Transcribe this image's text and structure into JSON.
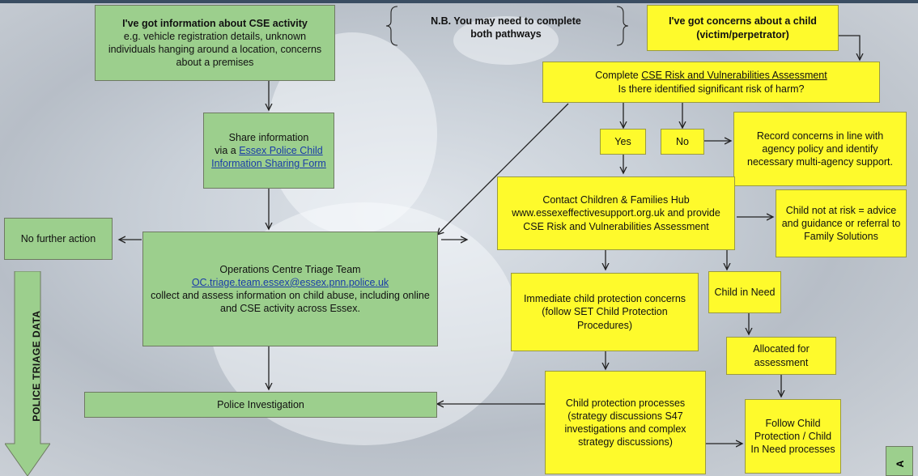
{
  "info_box": {
    "line1": "I've got information about CSE activity",
    "line2": "e.g. vehicle registration details, unknown individuals hanging around a location, concerns about a premises"
  },
  "note": {
    "line1": "N.B. You may need to complete",
    "line2": "both pathways"
  },
  "concerns_box": {
    "text": "I've got concerns about a child (victim/perpetrator)"
  },
  "assessment_box": {
    "prefix": "Complete ",
    "link": "CSE Risk and Vulnerabilities Assessment",
    "question": "Is there identified significant risk of harm?"
  },
  "share_box": {
    "line1": "Share information",
    "prefix": "via a ",
    "link": "Essex Police Child Information Sharing Form"
  },
  "yes_box": {
    "text": "Yes"
  },
  "no_box": {
    "text": "No"
  },
  "record_box": {
    "text": "Record concerns in line with agency policy and identify necessary multi-agency support."
  },
  "no_further_box": {
    "text": "No further action"
  },
  "ops_box": {
    "title": "Operations Centre Triage Team",
    "email": "OC.triage.team.essex@essex.pnn.police.uk",
    "body": "collect and assess information on child abuse, including online and CSE activity across Essex."
  },
  "contact_box": {
    "text": "Contact Children & Families Hub www.essexeffectivesupport.org.uk and provide CSE Risk and Vulnerabilities Assessment"
  },
  "not_at_risk_box": {
    "text": "Child not at risk = advice and guidance or referral to Family Solutions"
  },
  "immediate_box": {
    "text": "Immediate child protection concerns (follow SET Child Protection Procedures)"
  },
  "child_in_need_box": {
    "text": "Child in Need"
  },
  "allocated_box": {
    "text": "Allocated for assessment"
  },
  "police_investigation_box": {
    "text": "Police Investigation"
  },
  "cp_processes_box": {
    "text": "Child protection processes (strategy discussions S47 investigations and complex strategy discussions)"
  },
  "follow_box": {
    "text": "Follow Child Protection / Child In Need processes"
  },
  "side_label": {
    "text": "POLICE TRIAGE DATA"
  },
  "right_tab": {
    "text": "A"
  },
  "colors": {
    "green_box": "#9ccf8d",
    "yellow_box": "#fefa2c",
    "link": "#1a3ca8",
    "arrow": "#222222",
    "top_band": "#3a4d62"
  }
}
